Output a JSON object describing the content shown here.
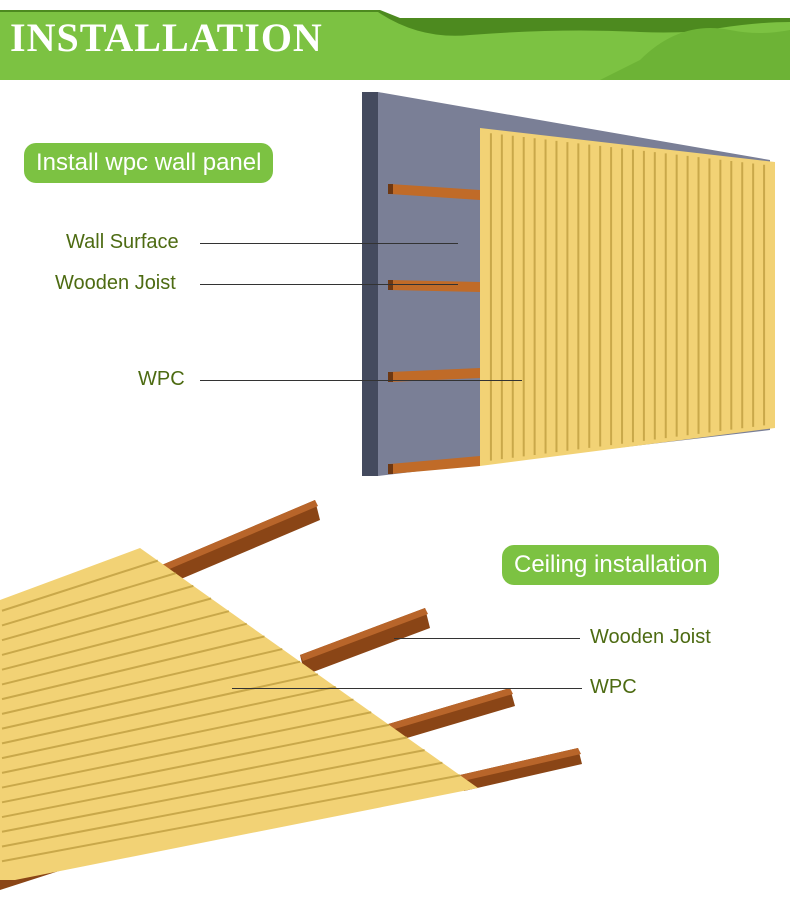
{
  "banner": {
    "title": "INSTALLATION"
  },
  "wall_section": {
    "heading": "Install wpc wall panel",
    "labels": {
      "surface": "Wall Surface",
      "joist": "Wooden Joist",
      "wpc": "WPC"
    }
  },
  "ceiling_section": {
    "heading": "Ceiling installation",
    "labels": {
      "joist": "Wooden Joist",
      "wpc": "WPC"
    }
  },
  "colors": {
    "brand_green": "#7cc242",
    "dark_green": "#4d8a1f",
    "label_text": "#4d6b12",
    "wall": "#7a7f96",
    "panel": "#f2d275",
    "joist": "#a8591f"
  }
}
